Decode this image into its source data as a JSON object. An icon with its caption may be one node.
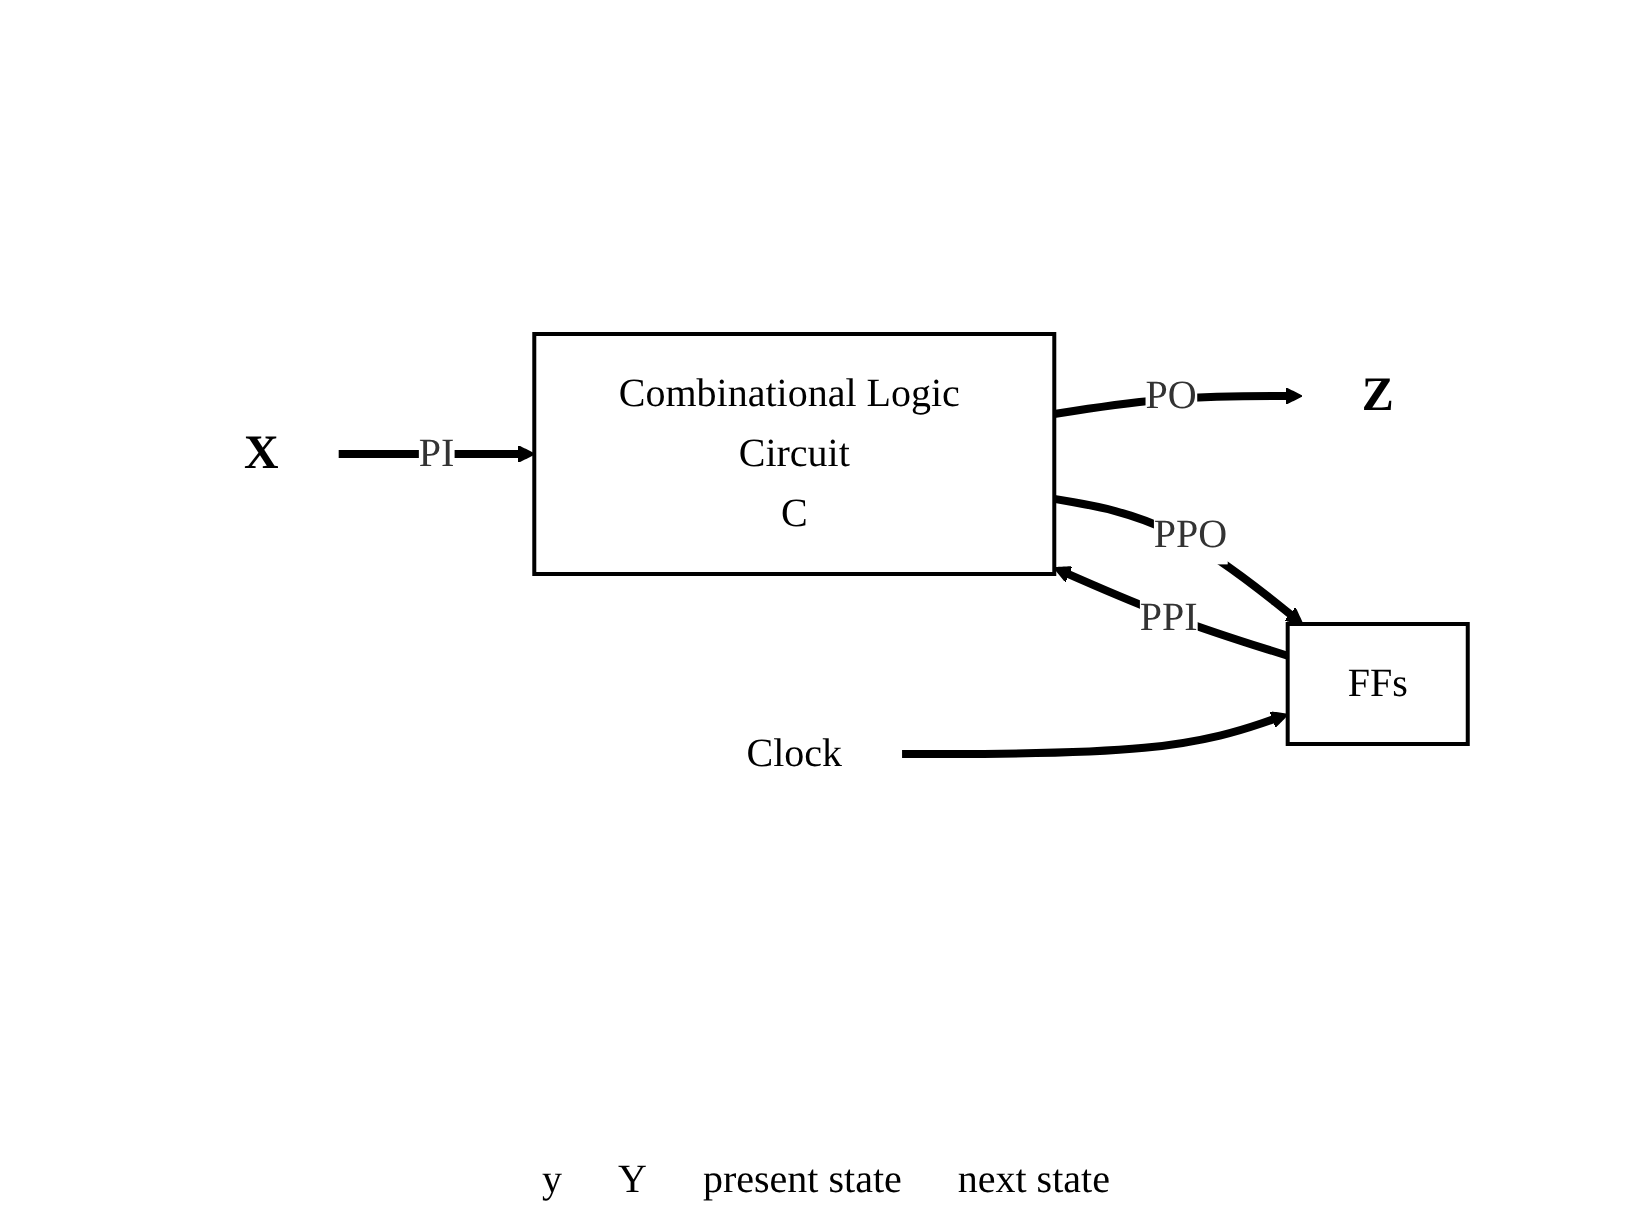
{
  "diagram": {
    "nodes": [
      {
        "text": [
          "X"
        ]
      },
      {
        "text": [
          "Combinational Logic Circuit",
          "C"
        ]
      },
      {
        "text": [
          "Z"
        ]
      },
      {
        "text": [
          "FFs"
        ]
      },
      {
        "text": [
          "Clock"
        ]
      }
    ],
    "edges": [
      {
        "from": 0,
        "to": 1,
        "arrow": "to",
        "label": "PI"
      },
      {
        "from": 1,
        "to": 2,
        "arrow": "to",
        "label": "PO"
      },
      {
        "from": 1,
        "to": 3,
        "arrow": "to",
        "label": "PPO"
      },
      {
        "from": 3,
        "to": 1,
        "arrow": "to",
        "label": "PPI"
      },
      {
        "from": 4,
        "to": 3,
        "arrow": "to"
      }
    ],
    "labels": [
      "y",
      "Y",
      "present state",
      "next state"
    ]
  }
}
